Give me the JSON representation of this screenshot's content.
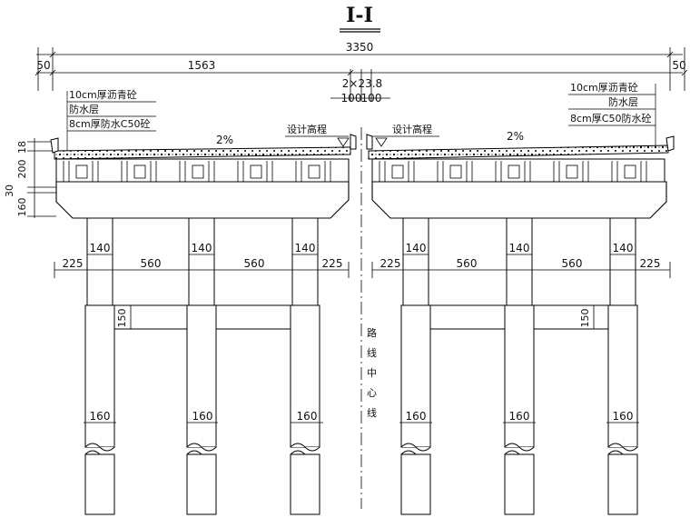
{
  "title": "I-I",
  "dimensions": {
    "total_width": "3350",
    "edge_left": "50",
    "edge_right": "50",
    "half_width": "1563",
    "median": "2×23.8",
    "median_split_left": "100",
    "median_split_right": "100",
    "deck_thickness": "18",
    "girder_height": "200",
    "bearing_gap": "30",
    "cap_beam_height": "160",
    "column_width": "140",
    "cantilever": "225",
    "column_spacing": "560",
    "tie_beam_height": "150",
    "pile_diameter": "160"
  },
  "labels": {
    "asphalt_left": "10cm厚沥青砼",
    "waterproof_left": "防水层",
    "concrete_left": "8cm厚防水C50砼",
    "asphalt_right": "10cm厚沥青砼",
    "waterproof_right": "防水层",
    "concrete_right": "8cm厚C50防水砼",
    "design_elevation_left": "设计高程",
    "design_elevation_right": "设计高程",
    "slope_left": "2%",
    "slope_right": "2%",
    "centerline": "路线中心线"
  }
}
